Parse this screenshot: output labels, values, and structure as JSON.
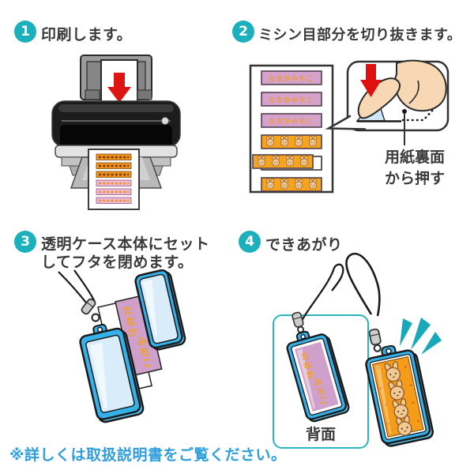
{
  "page": {
    "footer_note": "※詳しくは取扱説明書をご覧ください。"
  },
  "steps": [
    {
      "num": "1",
      "label": "印刷します。"
    },
    {
      "num": "2",
      "label": "ミシン目部分を切り抜きます。"
    },
    {
      "num": "3",
      "label_line1": "透明ケース本体にセット",
      "label_line2": "してフタを閉めます。"
    },
    {
      "num": "4",
      "label": "できあがり"
    }
  ],
  "callout": {
    "note_line1": "用紙裏面",
    "note_line2": "から押す"
  },
  "finished": {
    "back_label": "背面"
  },
  "name_label": {
    "text": "たなかみちこ",
    "chars": [
      "た",
      "な",
      "か",
      "み",
      "ち",
      "こ"
    ]
  },
  "colors": {
    "accent_teal": "#1cb0bc",
    "note_blue": "#2f9fdc",
    "case_blue": "#36b0e8",
    "case_inner_blue": "#d8edf9",
    "label_pink": "#cfa0ca",
    "label_orange": "#f59d1b",
    "bunny_tan": "#f3c993",
    "arrow_red": "#dd1515",
    "hand_skin": "#f8d8b4",
    "outline_dark": "#1a1a1a"
  }
}
